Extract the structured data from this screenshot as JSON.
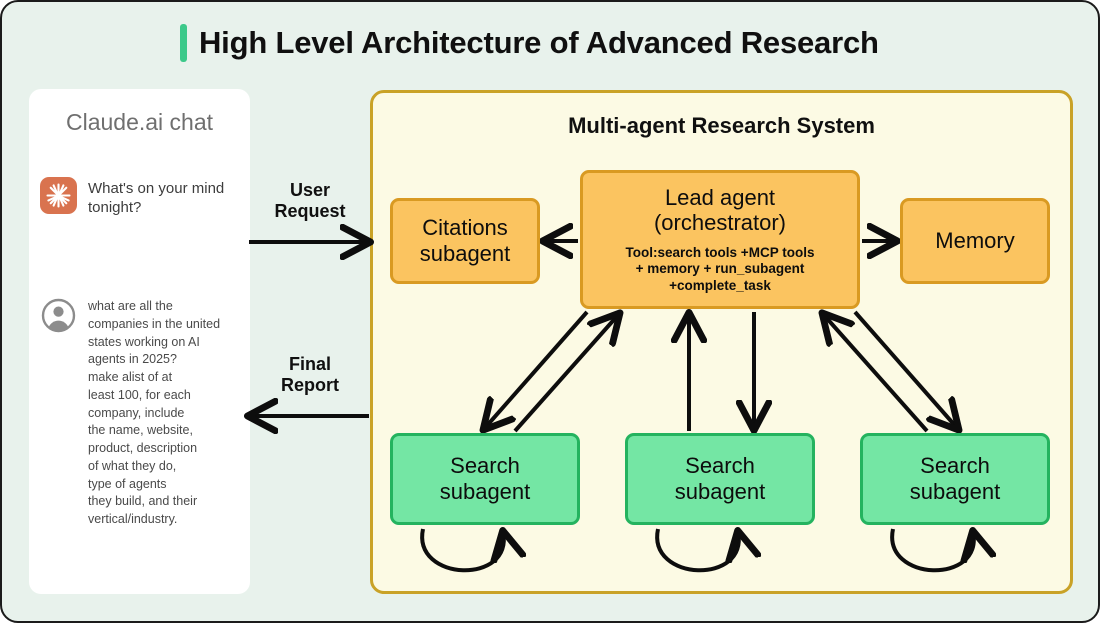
{
  "header": {
    "title": "High Level Architecture of Advanced Research",
    "accent_color": "#3cc98a"
  },
  "chat_panel": {
    "title": "Claude.ai chat",
    "messages": [
      {
        "role": "assistant",
        "icon": "claude-starburst-icon",
        "text": "What's on your mind tonight?"
      },
      {
        "role": "user",
        "icon": "user-avatar-icon",
        "text": "what are all the\ncompanies in the united\nstates working on AI\nagents in 2025?\nmake alist of at\nleast 100, for each\ncompany, include\nthe name, website,\nproduct, description\nof what they do,\ntype of agents\nthey build, and their\nvertical/industry."
      }
    ]
  },
  "system": {
    "title": "Multi-agent Research System",
    "background_color": "#fcfae4",
    "border_color": "#c9a227",
    "nodes": [
      {
        "id": "lead-agent",
        "title": "Lead agent\n(orchestrator)",
        "subtitle": "Tool:search tools +MCP tools\n+ memory + run_subagent\n+complete_task",
        "fill": "#fbc460",
        "border": "#d99a22"
      },
      {
        "id": "citations-subagent",
        "title": "Citations\nsubagent",
        "fill": "#fbc460",
        "border": "#d99a22"
      },
      {
        "id": "memory",
        "title": "Memory",
        "fill": "#fbc460",
        "border": "#d99a22"
      },
      {
        "id": "search-subagent-1",
        "title": "Search\nsubagent",
        "fill": "#74e6a4",
        "border": "#24b35f"
      },
      {
        "id": "search-subagent-2",
        "title": "Search\nsubagent",
        "fill": "#74e6a4",
        "border": "#24b35f"
      },
      {
        "id": "search-subagent-3",
        "title": "Search\nsubagent",
        "fill": "#74e6a4",
        "border": "#24b35f"
      }
    ]
  },
  "edges": {
    "user_request_label": "User\nRequest",
    "final_report_label": "Final\nReport"
  }
}
